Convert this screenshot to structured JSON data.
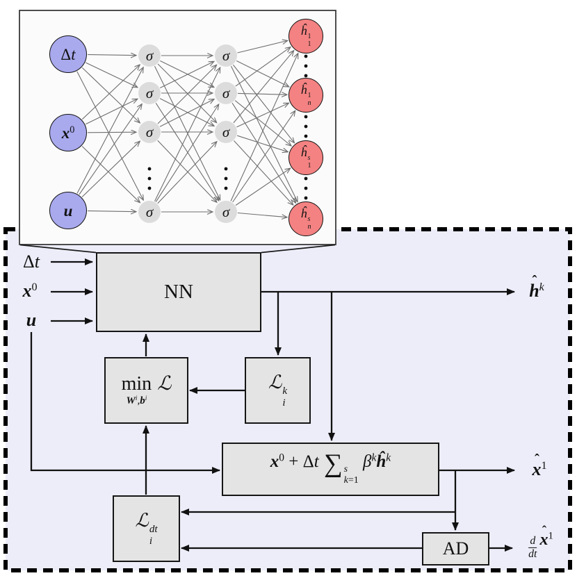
{
  "colors": {
    "background": "#FFFFFF",
    "panel_fill": "#FBFBFB",
    "panel_border": "#3A3A3A",
    "dashed_box_fill": "#ECEDF8",
    "dashed_box_border": "#000000",
    "block_fill": "#E4E4E4",
    "block_border": "#151515",
    "input_node_fill": "#A9A9EE",
    "hidden_node_fill": "#DCDCDC",
    "output_node_fill": "#F48282",
    "net_edge": "#6E6E6E",
    "wire": "#111111",
    "dot": "#111111"
  },
  "network_panel": {
    "input_nodes": [
      {
        "name": "delta-t",
        "label": [
          {
            "t": "Δ",
            "v": "up"
          },
          {
            "t": "t",
            "v": "it"
          }
        ]
      },
      {
        "name": "x0",
        "label": [
          {
            "t": "x",
            "v": "bi"
          },
          {
            "t": "0",
            "pos": "sup",
            "v": "up"
          }
        ]
      },
      {
        "name": "u",
        "label": [
          {
            "t": "u",
            "v": "bi"
          }
        ]
      }
    ],
    "hidden_layers": [
      {
        "nodes": [
          [
            {
              "t": "σ",
              "v": "it"
            }
          ],
          [
            {
              "t": "σ",
              "v": "it"
            }
          ],
          [
            {
              "t": "σ",
              "v": "it"
            }
          ],
          [
            {
              "t": "σ",
              "v": "it"
            }
          ]
        ]
      },
      {
        "nodes": [
          [
            {
              "t": "σ",
              "v": "it"
            }
          ],
          [
            {
              "t": "σ",
              "v": "it"
            }
          ],
          [
            {
              "t": "σ",
              "v": "it"
            }
          ],
          [
            {
              "t": "σ",
              "v": "it"
            }
          ]
        ]
      }
    ],
    "output_nodes": [
      {
        "name": "h-1-1",
        "label": [
          {
            "t": "ĥ",
            "v": "it"
          },
          {
            "stack": {
              "top": [
                {
                  "t": "1",
                  "v": "up"
                }
              ],
              "bot": [
                {
                  "t": "1",
                  "v": "up"
                }
              ]
            }
          }
        ]
      },
      {
        "name": "h-1-n",
        "label": [
          {
            "t": "ĥ",
            "v": "it"
          },
          {
            "stack": {
              "top": [
                {
                  "t": "1",
                  "v": "up"
                }
              ],
              "bot": [
                {
                  "t": "n",
                  "v": "it"
                }
              ]
            }
          }
        ]
      },
      {
        "name": "h-s-1",
        "label": [
          {
            "t": "ĥ",
            "v": "it"
          },
          {
            "stack": {
              "top": [
                {
                  "t": "s",
                  "v": "it"
                }
              ],
              "bot": [
                {
                  "t": "1",
                  "v": "up"
                }
              ]
            }
          }
        ]
      },
      {
        "name": "h-s-n",
        "label": [
          {
            "t": "ĥ",
            "v": "it"
          },
          {
            "stack": {
              "top": [
                {
                  "t": "s",
                  "v": "it"
                }
              ],
              "bot": [
                {
                  "t": "n",
                  "v": "it"
                }
              ]
            }
          }
        ]
      }
    ]
  },
  "pipeline": {
    "inputs": [
      {
        "name": "delta-t",
        "label": [
          {
            "t": "Δ",
            "v": "up"
          },
          {
            "t": "t",
            "v": "it"
          }
        ]
      },
      {
        "name": "x0",
        "label": [
          {
            "t": "x",
            "v": "bi"
          },
          {
            "t": "0",
            "pos": "sup",
            "v": "up"
          }
        ]
      },
      {
        "name": "u",
        "label": [
          {
            "t": "u",
            "v": "bi"
          }
        ]
      }
    ],
    "blocks": {
      "nn": {
        "label": [
          {
            "t": "NN",
            "v": "up"
          }
        ]
      },
      "min": {
        "word": "min",
        "under": [
          {
            "t": "W",
            "v": "bi"
          },
          {
            "t": "i",
            "pos": "sup",
            "v": "it"
          },
          {
            "t": ",",
            "v": "up"
          },
          {
            "t": "b",
            "v": "bi"
          },
          {
            "t": "i",
            "pos": "sup",
            "v": "it"
          }
        ],
        "arg": [
          {
            "t": "ℒ",
            "v": "scr"
          }
        ]
      },
      "loss_k": {
        "label": [
          {
            "t": "ℒ",
            "v": "scr"
          },
          {
            "stack": {
              "top": [
                {
                  "t": "k",
                  "v": "it"
                }
              ],
              "bot": [
                {
                  "t": "i",
                  "v": "it"
                }
              ]
            }
          }
        ]
      },
      "integrator": {
        "label": [
          {
            "t": "x",
            "v": "bi"
          },
          {
            "t": "0",
            "pos": "sup",
            "v": "up"
          },
          {
            "t": " + ",
            "v": "up"
          },
          {
            "t": "Δ",
            "v": "up"
          },
          {
            "t": "t",
            "v": "it"
          },
          {
            "t": " ",
            "v": "up"
          },
          {
            "t": "∑",
            "v": "up",
            "big": true
          },
          {
            "stack": {
              "top": [
                {
                  "t": "s",
                  "v": "it"
                }
              ],
              "bot": [
                {
                  "t": "k",
                  "v": "it"
                },
                {
                  "t": "=1",
                  "v": "up"
                }
              ]
            }
          },
          {
            "t": " ",
            "v": "up"
          },
          {
            "t": "β",
            "v": "it"
          },
          {
            "t": "k",
            "pos": "sup",
            "v": "it"
          },
          {
            "t": "ĥ",
            "v": "bi"
          },
          {
            "t": "k",
            "pos": "sup",
            "v": "it"
          }
        ]
      },
      "loss_dt": {
        "label": [
          {
            "t": "ℒ",
            "v": "scr"
          },
          {
            "stack": {
              "top": [
                {
                  "t": "dt",
                  "v": "it"
                }
              ],
              "bot": [
                {
                  "t": "i",
                  "v": "it"
                }
              ]
            }
          }
        ]
      },
      "ad": {
        "label": [
          {
            "t": "AD",
            "v": "up"
          }
        ]
      }
    },
    "outputs": {
      "h_k": {
        "name": "h-hat-k",
        "label": [
          {
            "t": "h",
            "v": "bi",
            "hat": true
          },
          {
            "t": "k",
            "pos": "sup",
            "v": "it"
          }
        ]
      },
      "x_1": {
        "name": "x-hat-1",
        "label": [
          {
            "t": "x",
            "v": "bi",
            "hat": true
          },
          {
            "t": "1",
            "pos": "sup",
            "v": "up"
          }
        ]
      },
      "dxdt": {
        "name": "dxdt-hat-1",
        "label": [
          {
            "frac": {
              "top": [
                {
                  "t": "d",
                  "v": "it"
                }
              ],
              "bot": [
                {
                  "t": "dt",
                  "v": "it"
                }
              ]
            }
          },
          {
            "t": "x",
            "v": "bi",
            "hat": true
          },
          {
            "t": "1",
            "pos": "sup",
            "v": "up"
          }
        ]
      }
    }
  }
}
